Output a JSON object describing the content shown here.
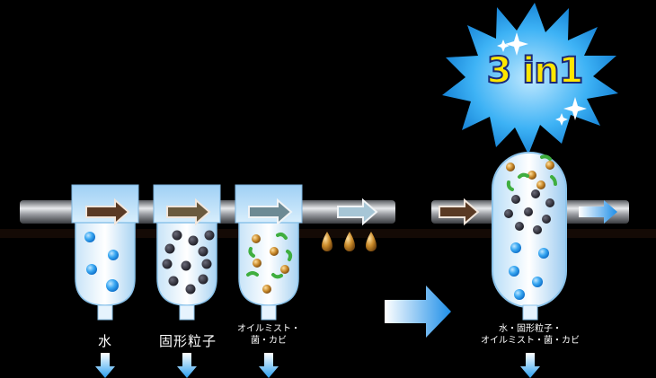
{
  "labels": {
    "filter1": "水",
    "filter2": "固形粒子",
    "filter3_line1": "オイルミスト・",
    "filter3_line2": "菌・カビ",
    "combined_line1": "水・固形粒子・",
    "combined_line2": "オイルミスト・菌・カビ"
  },
  "badge": {
    "text": "3 in1"
  },
  "colors": {
    "background": "#000000",
    "water_drop": "#2a9ff0",
    "solid_particle": "#3a3a44",
    "oil_particle": "#c98a2a",
    "bacteria": "#3fae3f",
    "burst": "#1fa3f0",
    "badge_text": "#ffe600"
  }
}
